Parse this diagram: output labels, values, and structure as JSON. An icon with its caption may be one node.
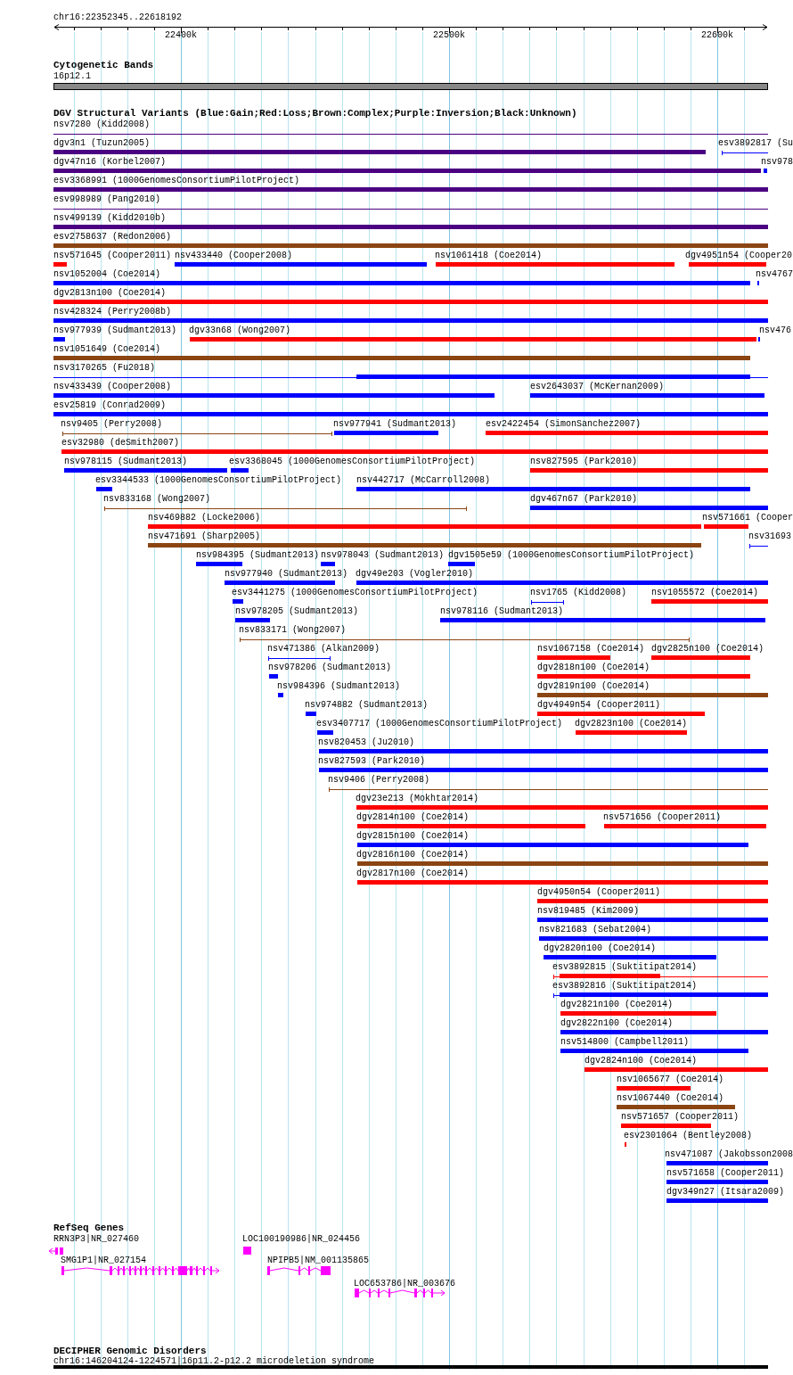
{
  "diagram": {
    "labels": [
      "chr16:22352345..22618192",
      "22400k",
      "22500k",
      "22600k",
      "Cytogenetic Bands",
      "16p12.1",
      "DGV Structural Variants (Blue:Gain;Red:Loss;Brown:Complex;Purple:Inversion;Black:Unknown)",
      "nsv7280 (Kidd2008)",
      "dgv3n1 (Tuzun2005)",
      "esv3892817 (Su",
      "dgv47n16 (Korbel2007)",
      "nsv978",
      "esv3368991 (1000GenomesConsortiumPilotProject)",
      "esv998989 (Pang2010)",
      "nsv499139 (Kidd2010b)",
      "esv2758637 (Redon2006)",
      "nsv571645 (Cooper2011)",
      "nsv433440 (Cooper2008)",
      "nsv1061418 (Coe2014)",
      "dgv4951n54 (Cooper20",
      "nsv1052004 (Coe2014)",
      "nsv4767",
      "dgv2813n100 (Coe2014)",
      "nsv428324 (Perry2008b)",
      "nsv977939 (Sudmant2013)",
      "dgv33n68 (Wong2007)",
      "nsv476",
      "nsv1051649 (Coe2014)",
      "nsv3170265 (Fu2018)",
      "nsv433439 (Cooper2008)",
      "esv2643037 (McKernan2009)",
      "esv25819 (Conrad2009)",
      "nsv9405 (Perry2008)",
      "nsv977941 (Sudmant2013)",
      "esv2422454 (SimonSanchez2007)",
      "esv32980 (deSmith2007)",
      "nsv978115 (Sudmant2013)",
      "esv3368045 (1000GenomesConsortiumPilotProject)",
      "nsv827595 (Park2010)",
      "esv3344533 (1000GenomesConsortiumPilotProject)",
      "nsv442717 (McCarroll2008)",
      "nsv833168 (Wong2007)",
      "dgv467n67 (Park2010)",
      "nsv469882 (Locke2006)",
      "nsv571661 (Cooper",
      "nsv471691 (Sharp2005)",
      "nsv31693",
      "nsv984395 (Sudmant2013)",
      "nsv978043 (Sudmant2013)",
      "dgv1505e59 (1000GenomesConsortiumPilotProject)",
      "nsv977940 (Sudmant2013)",
      "dgv49e203 (Vogler2010)",
      "esv3441275 (1000GenomesConsortiumPilotProject)",
      "nsv1765 (Kidd2008)",
      "nsv1055572 (Coe2014)",
      "nsv978205 (Sudmant2013)",
      "nsv978116 (Sudmant2013)",
      "nsv833171 (Wong2007)",
      "nsv471386 (Alkan2009)",
      "nsv1067158 (Coe2014)",
      "dgv2825n100 (Coe2014)",
      "nsv978206 (Sudmant2013)",
      "dgv2818n100 (Coe2014)",
      "nsv984396 (Sudmant2013)",
      "dgv2819n100 (Coe2014)",
      "nsv974882 (Sudmant2013)",
      "dgv4949n54 (Cooper2011)",
      "esv3407717 (1000GenomesConsortiumPilotProject)",
      "dgv2823n100 (Coe2014)",
      "nsv820453 (Ju2010)",
      "nsv827593 (Park2010)",
      "nsv9406 (Perry2008)",
      "dgv23e213 (Mokhtar2014)",
      "dgv2814n100 (Coe2014)",
      "nsv571656 (Cooper2011)",
      "dgv2815n100 (Coe2014)",
      "dgv2816n100 (Coe2014)",
      "dgv2817n100 (Coe2014)",
      "dgv4950n54 (Cooper2011)",
      "nsv819485 (Kim2009)",
      "nsv821683 (Sebat2004)",
      "dgv2820n100 (Coe2014)",
      "esv3892815 (Suktitipat2014)",
      "esv3892816 (Suktitipat2014)",
      "dgv2821n100 (Coe2014)",
      "dgv2822n100 (Coe2014)",
      "nsv514800 (Campbell2011)",
      "dgv2824n100 (Coe2014)",
      "nsv1065677 (Coe2014)",
      "nsv1067440 (Coe2014)",
      "nsv571657 (Cooper2011)",
      "esv2301064 (Bentley2008)",
      "nsv471087 (Jakobsson2008",
      "nsv571658 (Cooper2011)",
      "dgv349n27 (Itsara2009)",
      "RefSeq Genes",
      "RRN3P3|NR_027460",
      "LOC100190986|NR_024456",
      "SMG1P1|NR_027154",
      "NPIPB5|NM_001135865",
      "LOC653786|NR_003676",
      "DECIPHER Genomic Disorders",
      "chr16:146204124-1224571|16p11.2-p12.2 microdeletion syndrome"
    ]
  }
}
